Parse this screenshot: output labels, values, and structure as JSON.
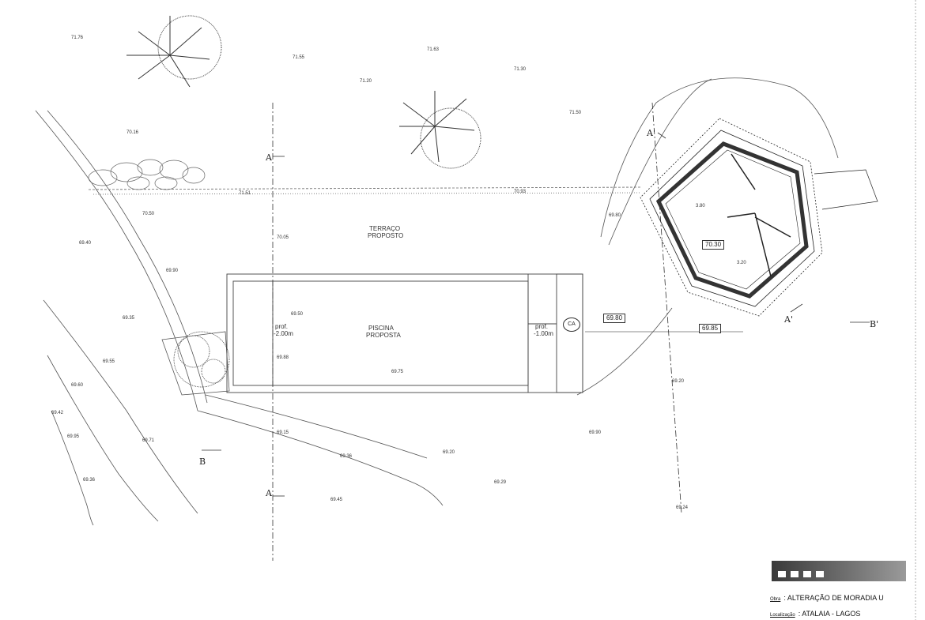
{
  "plan": {
    "terrace_label_line1": "TERRAÇO",
    "terrace_label_line2": "PROPOSTO",
    "pool_label_line1": "PISCINA",
    "pool_label_line2": "PROPOSTA",
    "depth_left_line1": "prof.",
    "depth_left_line2": "-2.00m",
    "depth_right_line1": "prof.",
    "depth_right_line2": "-1.00m",
    "ca_label": "CA",
    "level_1": "69.80",
    "level_2": "70.30",
    "level_3": "69.85",
    "interior_dim_1": "3.80",
    "interior_dim_2": "3.20",
    "section_a_top": "A",
    "section_a_bottom": "A",
    "section_b_left": "B",
    "section_a_prime_top": "A'",
    "section_a_prime_bottom": "A'",
    "section_b_prime": "B'",
    "spot_heights": [
      "71.76",
      "71.55",
      "71.63",
      "71.30",
      "71.20",
      "71.50",
      "70.16",
      "71.51",
      "70.93",
      "70.50",
      "70.05",
      "69.90",
      "69.40",
      "69.35",
      "69.50",
      "69.88",
      "69.75",
      "69.80",
      "69.55",
      "69.60",
      "69.42",
      "69.20",
      "69.15",
      "69.90",
      "69.95",
      "69.71",
      "69.36",
      "69.20",
      "69.36",
      "69.29",
      "69.45",
      "69.24"
    ]
  },
  "title_block": {
    "obra_key": "Obra",
    "obra_value": ": ALTERAÇÃO DE MORADIA U",
    "localizacao_key": "Localização",
    "localizacao_value": ": ATALAIA - LAGOS"
  }
}
